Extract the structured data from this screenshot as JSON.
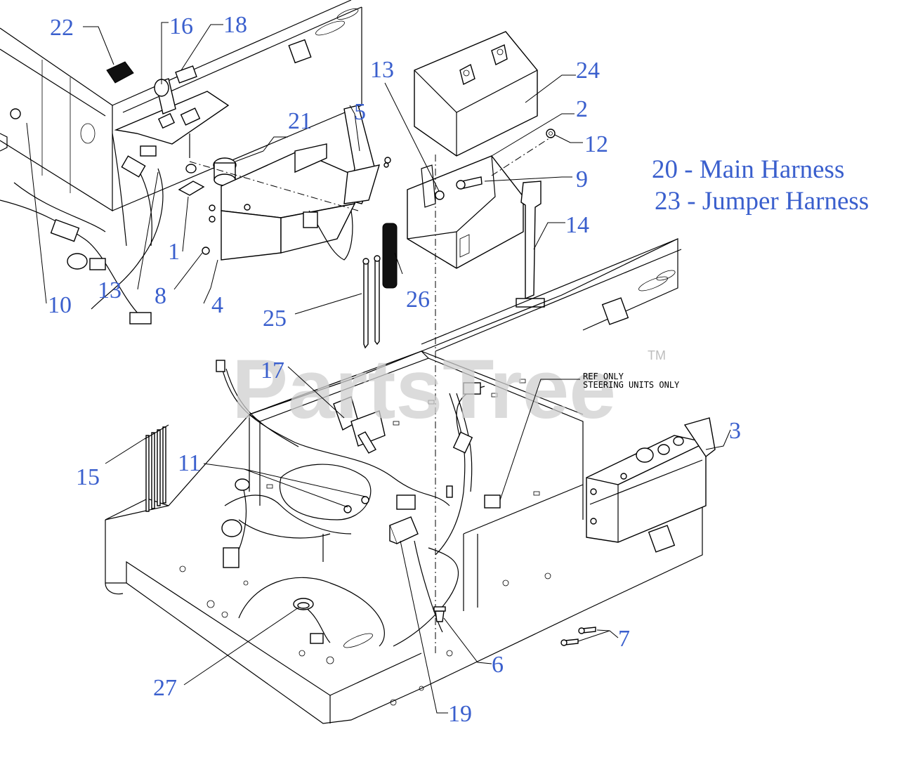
{
  "callouts": {
    "c22": "22",
    "c16": "16",
    "c18": "18",
    "c13a": "13",
    "c24": "24",
    "c5": "5",
    "c21": "21",
    "c2": "2",
    "c12": "12",
    "c9": "9",
    "c14": "14",
    "c1": "1",
    "c10": "10",
    "c13b": "13",
    "c8": "8",
    "c4": "4",
    "c25": "25",
    "c26": "26",
    "c17": "17",
    "c3": "3",
    "c11": "11",
    "c15": "15",
    "c7": "7",
    "c6": "6",
    "c27": "27",
    "c19": "19"
  },
  "legend": {
    "l20": "20 - Main Harness",
    "l23": "23 - Jumper Harness"
  },
  "note": {
    "line1": "REF ONLY",
    "line2": "STEERING UNITS ONLY"
  },
  "watermark": {
    "text": "PartsTree",
    "tm": "TM"
  }
}
